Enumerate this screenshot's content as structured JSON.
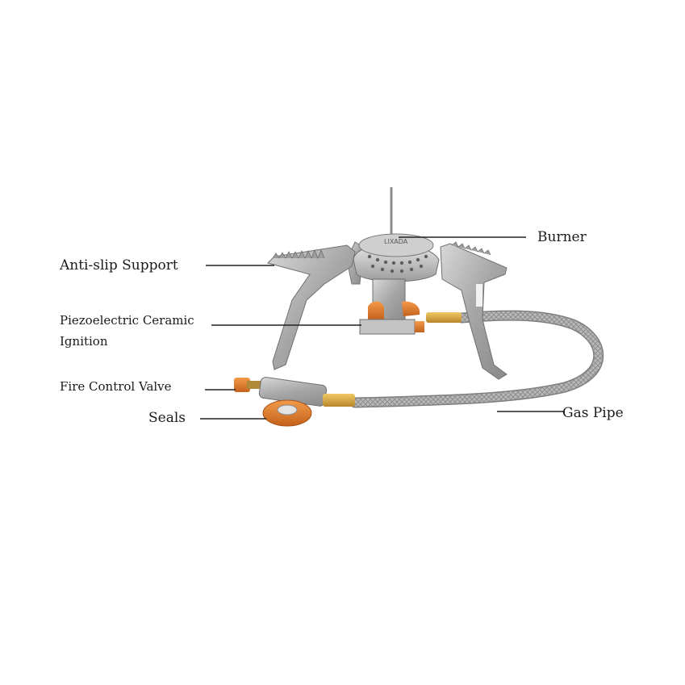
{
  "labels": {
    "burner": "Burner",
    "anti_slip": "Anti-slip Support",
    "piezo_line1": "Piezoelectric Ceramic",
    "piezo_line2": "Ignition",
    "fire_valve": "Fire Control Valve",
    "seals": "Seals",
    "gas_pipe": "Gas Pipe"
  },
  "brand_mark": "LIXADA",
  "colors": {
    "steel": "#a9a9a9",
    "steel_dark": "#7d7d7d",
    "accent_orange": "#e07a2a",
    "brass": "#d9a43c",
    "leader_line": "#222222"
  }
}
